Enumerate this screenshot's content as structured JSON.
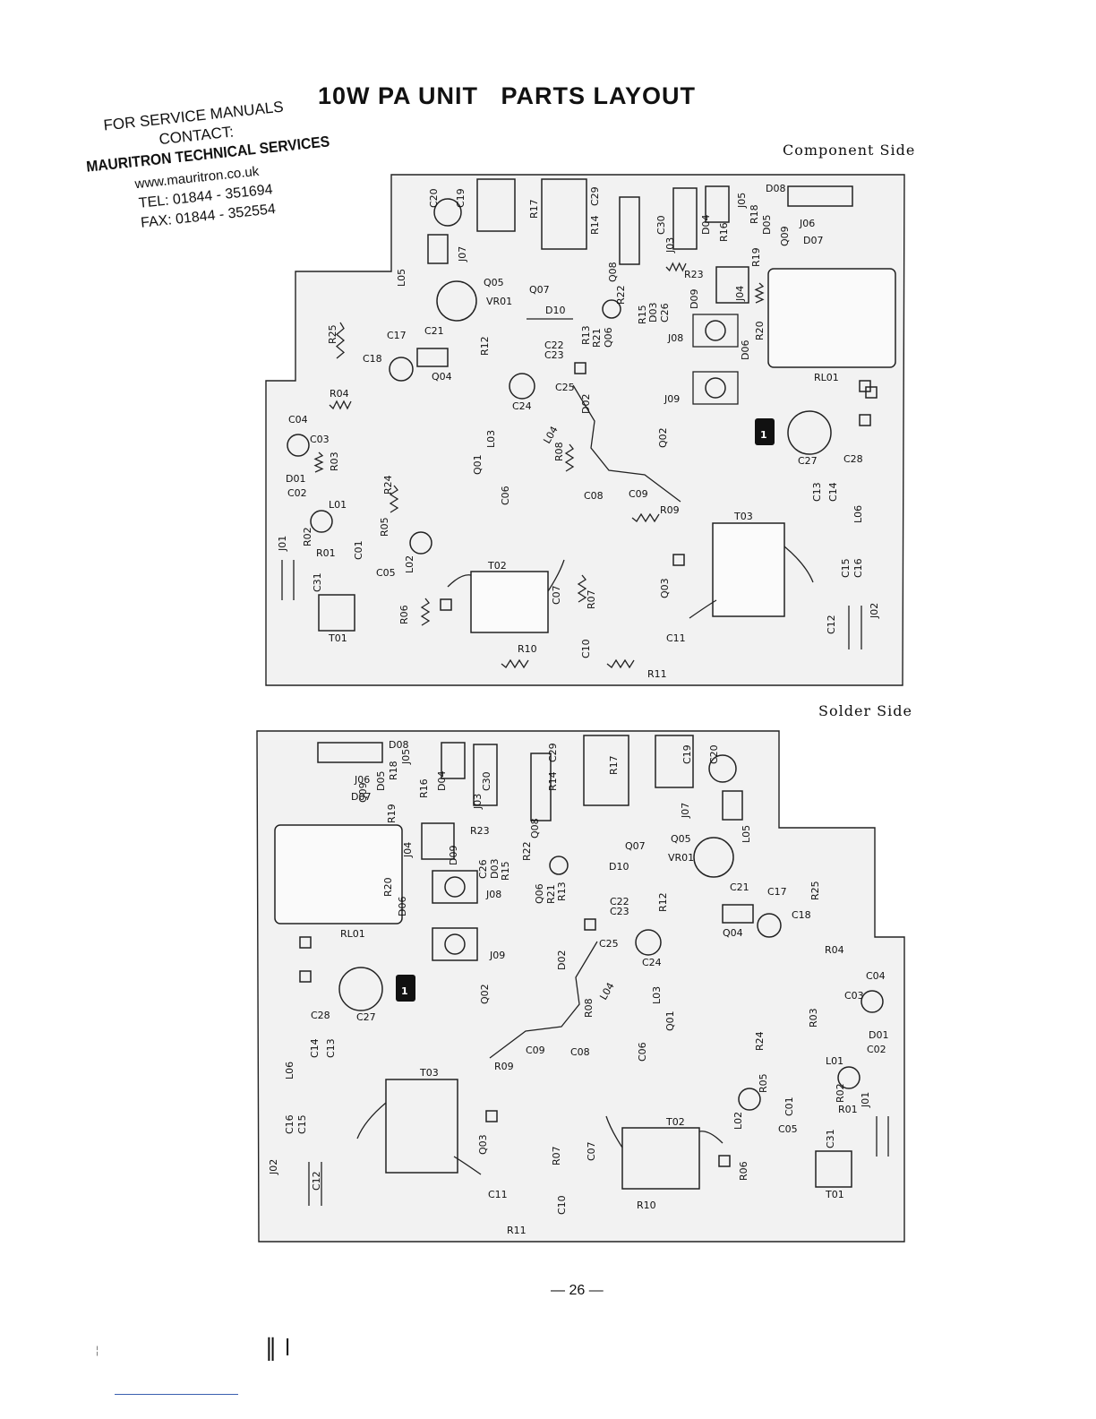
{
  "page": {
    "title": "10W PA UNIT   PARTS LAYOUT",
    "page_number": "— 26 —",
    "footer_marks": "‖ ǀ",
    "footer_tick": "¦"
  },
  "contact": {
    "line1": "FOR SERVICE MANUALS",
    "line2": "CONTACT:",
    "company": "MAURITRON TECHNICAL SERVICES",
    "website": "www.mauritron.co.uk",
    "tel": "TEL: 01844 - 351694",
    "fax": "FAX: 01844 - 352554"
  },
  "component_side": {
    "label": "Component Side",
    "marker": "1",
    "parts": {
      "C20": "C20",
      "C19": "C19",
      "R17": "R17",
      "C29": "C29",
      "J07": "J07",
      "R14": "R14",
      "Q08": "Q08",
      "C30": "C30",
      "J03": "J03",
      "D04": "D04",
      "R16": "R16",
      "J05": "J05",
      "R18": "R18",
      "D05": "D05",
      "D08": "D08",
      "Q09": "Q09",
      "J06": "J06",
      "D07": "D07",
      "R19": "R19",
      "R23": "R23",
      "J04": "J04",
      "R20": "R20",
      "D06": "D06",
      "L05": "L05",
      "Q05": "Q05",
      "VR01": "VR01",
      "Q07": "Q07",
      "R22": "R22",
      "R15": "R15",
      "D03": "D03",
      "C26": "C26",
      "D09": "D09",
      "D10": "D10",
      "R13": "R13",
      "R21": "R21",
      "Q06": "Q06",
      "J08": "J08",
      "C21": "C21",
      "C17": "C17",
      "R25": "R25",
      "R12": "R12",
      "C22": "C22",
      "C23": "C23",
      "C18": "C18",
      "Q04": "Q04",
      "RL01": "RL01",
      "R04": "R04",
      "C25": "C25",
      "C24": "C24",
      "J09": "J09",
      "D02": "D02",
      "Q02": "Q02",
      "C04": "C04",
      "C03": "C03",
      "L03": "L03",
      "L04": "L04",
      "C27": "C27",
      "C28": "C28",
      "R03": "R03",
      "D01": "D01",
      "Q01": "Q01",
      "R08": "R08",
      "C02": "C02",
      "R24": "R24",
      "C06": "C06",
      "C08": "C08",
      "C09": "C09",
      "C13": "C13",
      "C14": "C14",
      "L06": "L06",
      "L01": "L01",
      "R09": "R09",
      "T03": "T03",
      "R02": "R02",
      "R05": "R05",
      "J01": "J01",
      "R01": "R01",
      "C01": "C01",
      "L02": "L02",
      "C05": "C05",
      "T02": "T02",
      "C15": "C15",
      "C16": "C16",
      "C31": "C31",
      "Q03": "Q03",
      "R07": "R07",
      "C07": "C07",
      "R06": "R06",
      "C12": "C12",
      "J02": "J02",
      "T01": "T01",
      "R10": "R10",
      "C10": "C10",
      "C11": "C11",
      "R11": "R11"
    }
  },
  "solder_side": {
    "label": "Solder Side",
    "marker": "1"
  }
}
